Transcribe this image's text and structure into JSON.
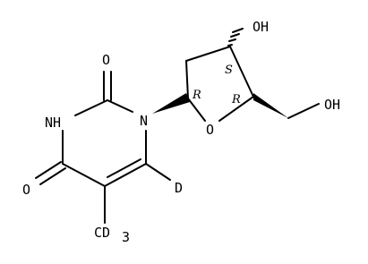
{
  "molecule": {
    "atoms": {
      "o_top": "O",
      "nh": "NH",
      "n1": "N",
      "o_left": "O",
      "d6": "D",
      "cd3_c": "CD",
      "cd3_sub": "3",
      "o_ring": "O",
      "oh_top": "OH",
      "oh_right": "OH"
    },
    "stereo": {
      "c1": "R",
      "c3": "S",
      "c4": "R"
    }
  },
  "colors": {
    "foreground": "#000000",
    "background": "#ffffff"
  }
}
